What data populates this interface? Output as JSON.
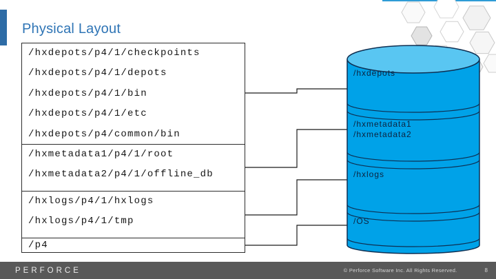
{
  "slide": {
    "title": "Physical Layout"
  },
  "colors": {
    "accent_blue": "#2e74b5",
    "disk_fill": "#00a2e8",
    "disk_top_fill": "#59c6f2",
    "disk_outline": "#0e2f52",
    "footer_gray": "#595959",
    "top_line_blue": "#2f9cd6"
  },
  "path_groups": [
    {
      "paths": [
        "/hxdepots/p4/1/checkpoints",
        "/hxdepots/p4/1/depots",
        "/hxdepots/p4/1/bin",
        "/hxdepots/p4/1/etc",
        "/hxdepots/p4/common/bin"
      ]
    },
    {
      "paths": [
        "/hxmetadata1/p4/1/root",
        "/hxmetadata2/p4/1/offline_db"
      ]
    },
    {
      "paths": [
        "/hxlogs/p4/1/hxlogs",
        "/hxlogs/p4/1/tmp"
      ]
    },
    {
      "paths": [
        "/p4"
      ]
    }
  ],
  "disk": {
    "labels": [
      "/hxdepots",
      "/hxmetadata1",
      "/hxmetadata2",
      "/hxlogs",
      "/OS"
    ]
  },
  "footer": {
    "brand": "PERFORCE",
    "copyright": "© Perforce Software Inc. All Rights Reserved.",
    "page": "8"
  }
}
